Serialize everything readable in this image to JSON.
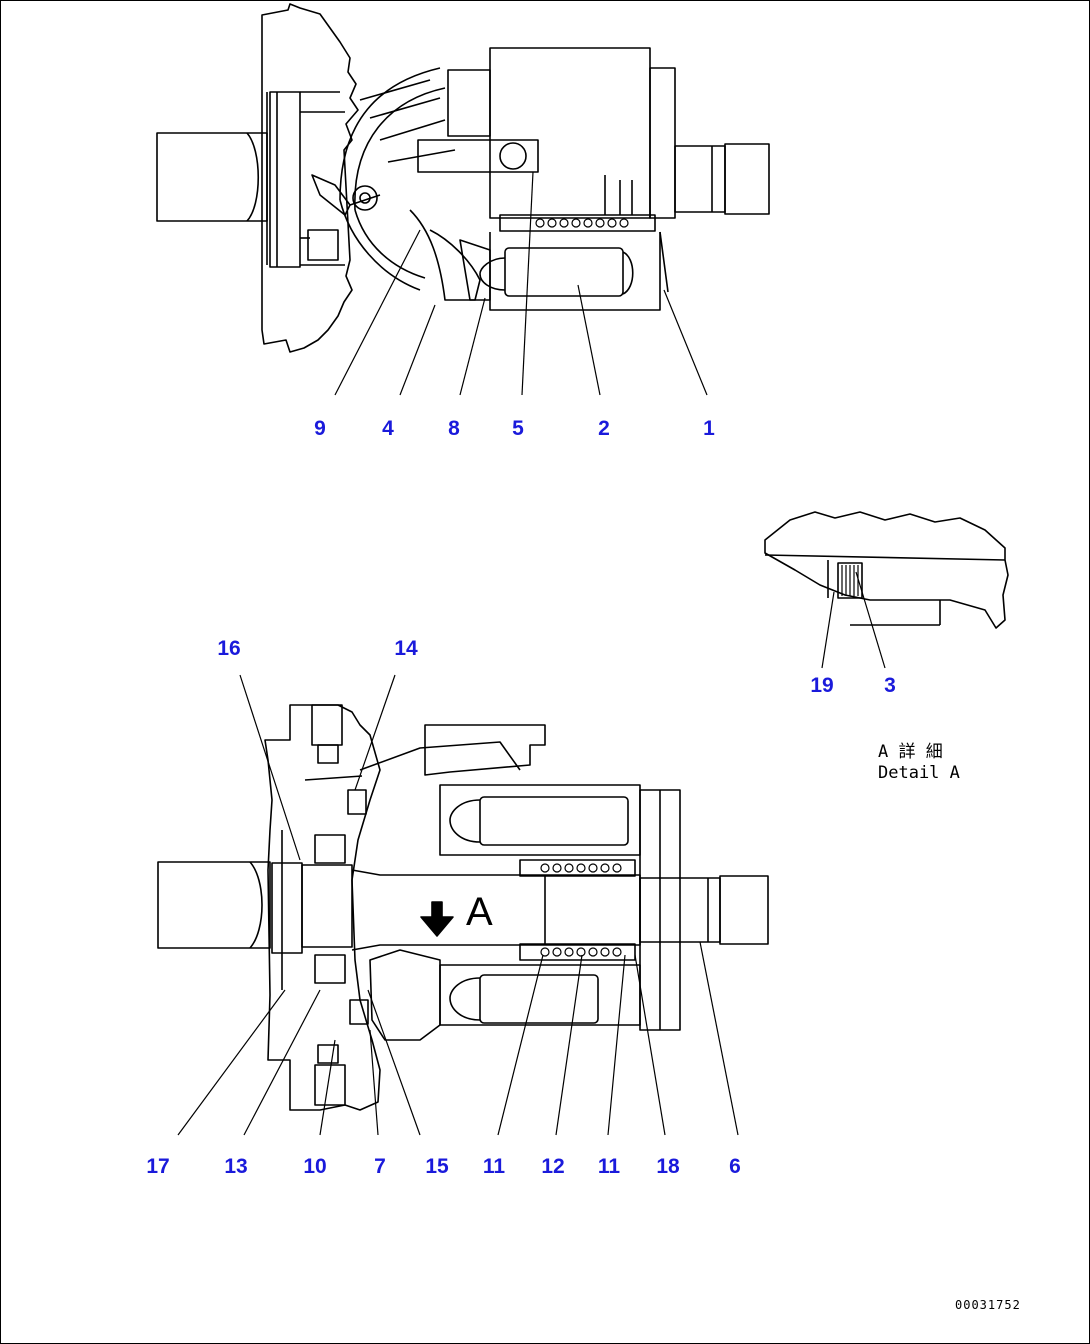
{
  "callouts_top": [
    "9",
    "4",
    "8",
    "5",
    "2",
    "1"
  ],
  "callouts_detail": [
    "19",
    "3"
  ],
  "callouts_bottom_top": [
    "16",
    "14"
  ],
  "callouts_bottom": [
    "17",
    "13",
    "10",
    "7",
    "15",
    "11",
    "12",
    "11",
    "18",
    "6"
  ],
  "detail_label": {
    "jp": "A 詳 細",
    "en": "Detail A"
  },
  "section_arrow_label": "A",
  "drawing_code": "00031752",
  "colors": {
    "callout": "#1a1adb",
    "line": "#000000"
  }
}
